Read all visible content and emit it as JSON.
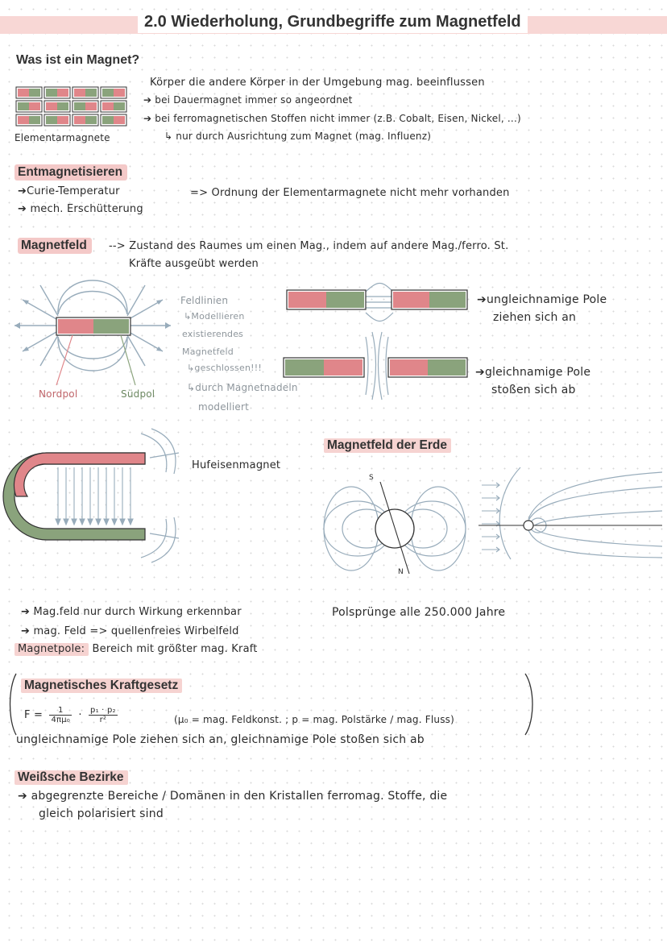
{
  "title": "2.0 Wiederholung, Grundbegriffe zum Magnetfeld",
  "sec1": {
    "heading": "Was ist ein Magnet?",
    "line1": "Körper die andere Körper in der Umgebung mag. beeinflussen",
    "line2": "bei Dauermagnet immer so angeordnet",
    "line3": "bei ferromagnetischen Stoffen nicht immer (z.B. Cobalt, Eisen, Nickel, ...)",
    "line4": "nur durch Ausrichtung zum Magnet (mag. Influenz)",
    "fig_label": "Elementarmagnete"
  },
  "sec2": {
    "heading": "Entmagnetisieren",
    "item1": "Curie-Temperatur",
    "item2": "mech. Erschütterung",
    "result": "Ordnung der Elementarmagnete nicht mehr vorhanden"
  },
  "sec3": {
    "heading": "Magnetfeld",
    "def1": "Zustand des Raumes um einen Mag., indem auf andere Mag./ferro. St.",
    "def2": "Kräfte ausgeübt werden",
    "north": "Nordpol",
    "south": "Südpol",
    "fl1": "Feldlinien",
    "fl2": "Modellieren",
    "fl3": "existierendes",
    "fl4": "Magnetfeld",
    "fl5": "geschlossen!!!",
    "fl6": "durch Magnetnadeln",
    "fl7": "modelliert",
    "unequal1": "ungleichnamige Pole",
    "unequal2": "ziehen sich an",
    "equal1": "gleichnamige Pole",
    "equal2": "stoßen sich ab"
  },
  "sec4": {
    "horseshoe": "Hufeisenmagnet",
    "earth_heading": "Magnetfeld der Erde",
    "s_label": "S",
    "n_label": "N"
  },
  "sec5": {
    "line1": "Mag.feld nur durch Wirkung erkennbar",
    "line1b": "Polsprünge alle 250.000 Jahre",
    "line2": "mag. Feld",
    "line2b": "quellenfreies Wirbelfeld",
    "poles_label": "Magnetpole:",
    "poles_text": "Bereich mit größter mag. Kraft"
  },
  "sec6": {
    "heading": "Magnetisches Kraftgesetz",
    "f": "F =",
    "frac1_num": "1",
    "frac1_den": "4πμ₀",
    "frac2_num": "p₁ · p₂",
    "frac2_den": "r²",
    "legend": "(μ₀ = mag. Feldkonst. ; p = mag. Polstärke / mag. Fluss)",
    "line2": "ungleichnamige Pole ziehen sich an, gleichnamige Pole stoßen sich ab"
  },
  "sec7": {
    "heading": "Weißsche Bezirke",
    "line1": "abgegrenzte Bereiche / Domänen in den Kristallen ferromag. Stoffe, die",
    "line2": "gleich polarisiert sind"
  },
  "colors": {
    "pink": "#e0868a",
    "green": "#8aa37c",
    "blue": "#98acbb",
    "highlight": "#f4c9c8"
  }
}
